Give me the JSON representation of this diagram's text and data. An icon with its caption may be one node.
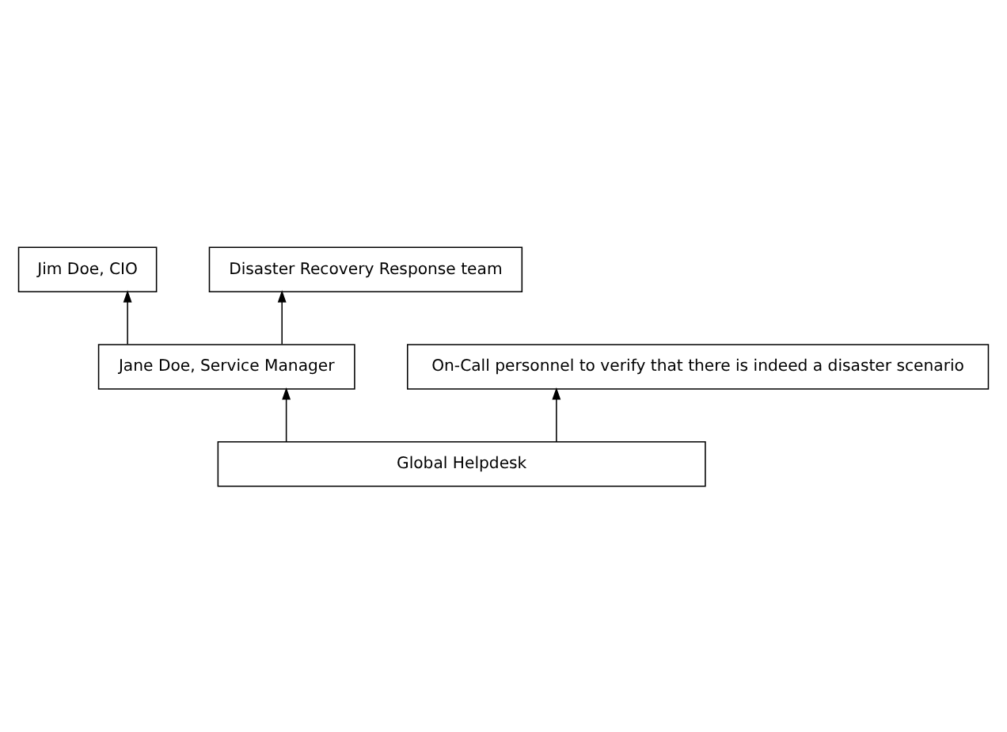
{
  "diagram": {
    "nodes": [
      {
        "text": [
          "Jim Doe, CIO"
        ]
      },
      {
        "text": [
          "Disaster Recovery Response team"
        ]
      },
      {
        "text": [
          "Jane Doe, Service Manager"
        ]
      },
      {
        "text": [
          "On-Call personnel to verify that there is indeed a disaster scenario"
        ]
      },
      {
        "text": [
          "Global Helpdesk"
        ]
      }
    ],
    "edges": [
      {
        "from": 2,
        "to": 0,
        "arrow": "to"
      },
      {
        "from": 2,
        "to": 1,
        "arrow": "to"
      },
      {
        "from": 4,
        "to": 2,
        "arrow": "to"
      },
      {
        "from": 4,
        "to": 3,
        "arrow": "to"
      }
    ]
  }
}
